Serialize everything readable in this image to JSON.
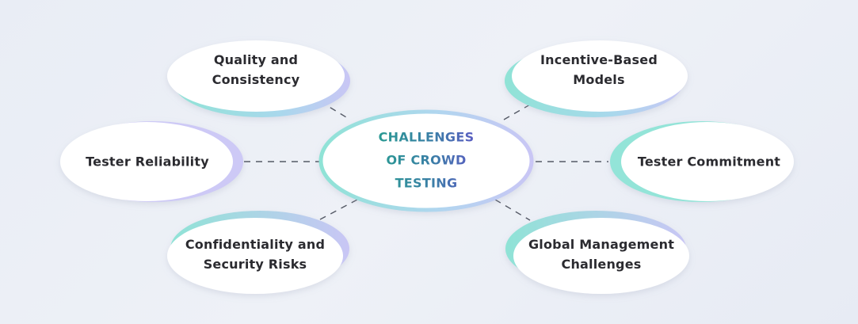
{
  "center": {
    "title": "CHALLENGES\nOF CROWD\nTESTING"
  },
  "nodes": [
    {
      "id": "quality",
      "label": "Quality and\nConsistency"
    },
    {
      "id": "incentive",
      "label": "Incentive-Based\nModels"
    },
    {
      "id": "reliability",
      "label": "Tester Reliability"
    },
    {
      "id": "commitment",
      "label": "Tester Commitment"
    },
    {
      "id": "confidentiality",
      "label": "Confidentiality and\nSecurity Risks"
    },
    {
      "id": "global",
      "label": "Global Management\nChallenges"
    }
  ],
  "colors": {
    "teal": "#8fe3d6",
    "lavender": "#c9c6f5",
    "text_dark": "#2b2b30",
    "connector": "#555a66",
    "title_start": "#2a9a93",
    "title_end": "#5a5dc2"
  }
}
